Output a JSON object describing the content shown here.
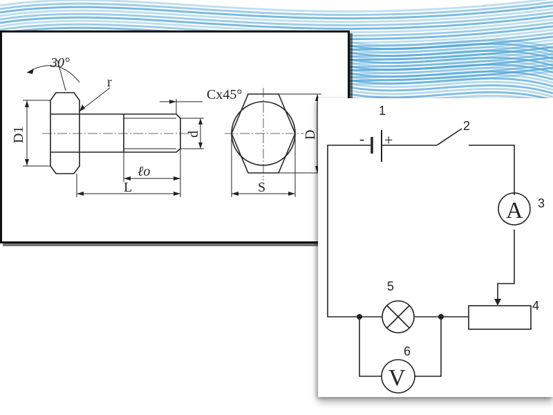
{
  "bolt_drawing": {
    "angle_label": "30°",
    "radius_label": "r",
    "chamfer_label": "Cx45°",
    "head_diameter_label": "D1",
    "thread_diameter_label": "d",
    "thread_length_label": "ℓo",
    "length_label": "L",
    "hex_diameter_label": "D",
    "across_flats_label": "S"
  },
  "circuit": {
    "components": [
      {
        "num": "1",
        "name": "battery"
      },
      {
        "num": "2",
        "name": "switch"
      },
      {
        "num": "3",
        "name": "ammeter",
        "symbol": "A"
      },
      {
        "num": "4",
        "name": "rheostat"
      },
      {
        "num": "5",
        "name": "lamp"
      },
      {
        "num": "6",
        "name": "voltmeter",
        "symbol": "V"
      }
    ],
    "battery_minus": "-",
    "battery_plus": "+"
  },
  "colors": {
    "background_waves": "#4aa3d8",
    "line": "#222222"
  }
}
